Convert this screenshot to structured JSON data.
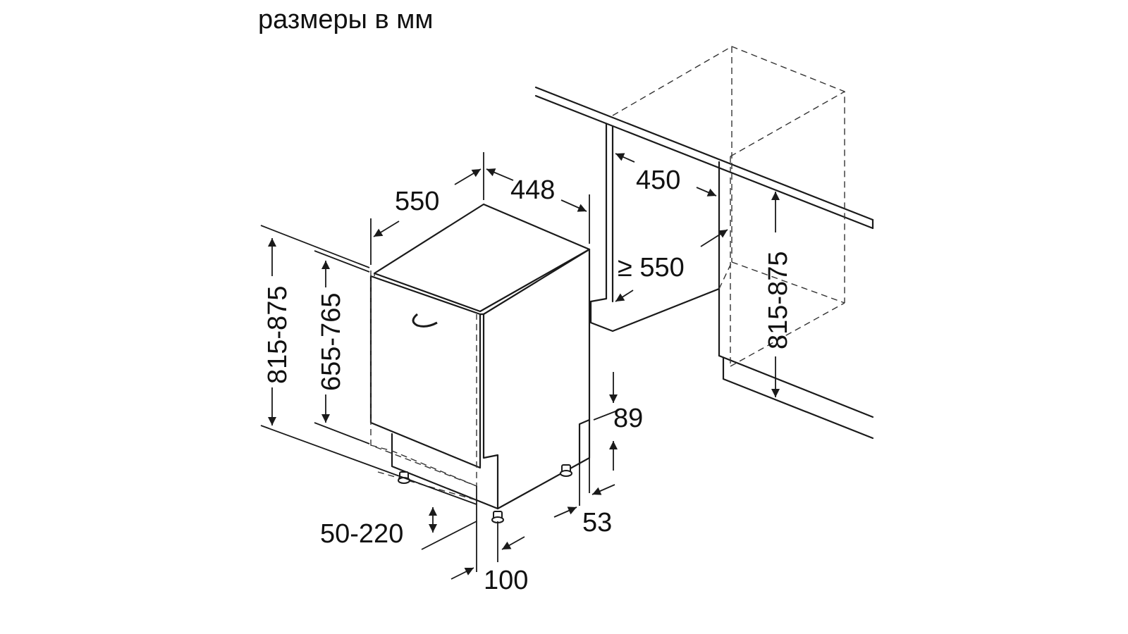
{
  "header": {
    "title": "размеры в мм"
  },
  "dimensions": {
    "depth": "550",
    "width": "448",
    "niche_width": "450",
    "niche_depth": "≥ 550",
    "niche_height": "815-875",
    "total_height": "815-875",
    "door_height": "655-765",
    "top_offset": "89",
    "plinth_depth": "53",
    "plinth_height": "50-220",
    "foot_setback": "100"
  },
  "colors": {
    "line": "#1a1a1a",
    "background": "#ffffff"
  }
}
